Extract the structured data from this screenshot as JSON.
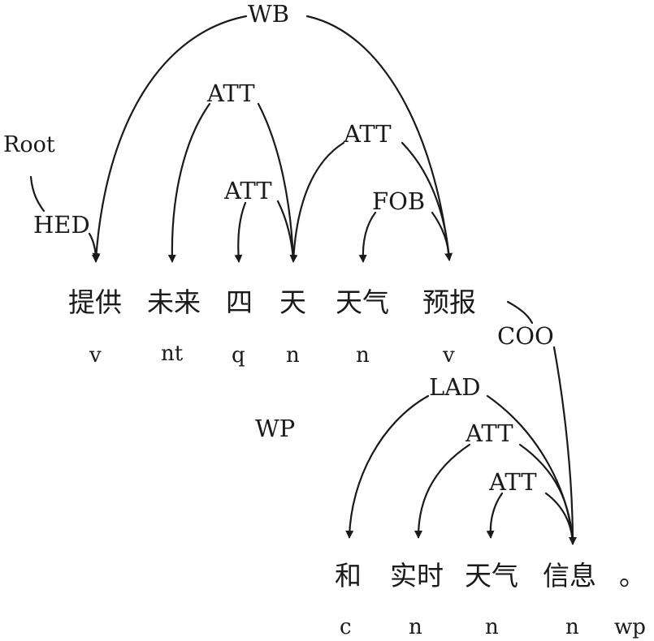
{
  "diagram": {
    "root_label": "Root",
    "row1": {
      "words": [
        "提供",
        "未来",
        "四",
        "天",
        "天气",
        "预报"
      ],
      "tags": [
        "v",
        "nt",
        "q",
        "n",
        "n",
        "v"
      ]
    },
    "row2": {
      "words": [
        "和",
        "实时",
        "天气",
        "信息",
        "。"
      ],
      "tags": [
        "c",
        "n",
        "n",
        "n",
        "wp"
      ]
    },
    "arc_labels": {
      "wb": "WB",
      "att_1": "ATT",
      "att_2": "ATT",
      "att_3": "ATT",
      "fob": "FOB",
      "hed": "HED",
      "coo": "COO",
      "wp": "WP",
      "lad": "LAD",
      "att_4": "ATT",
      "att_5": "ATT"
    }
  }
}
